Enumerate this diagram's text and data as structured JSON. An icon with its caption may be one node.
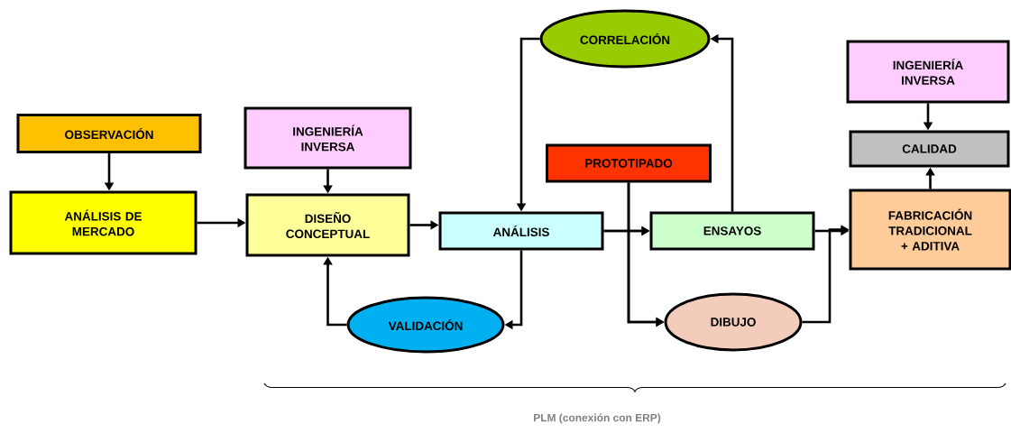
{
  "diagram": {
    "nodes": [
      {
        "text": [
          "OBSERVACIÓN"
        ]
      },
      {
        "text": [
          "ANÁLISIS DE MERCADO"
        ]
      },
      {
        "text": [
          "INGENIERÍA INVERSA"
        ]
      },
      {
        "text": [
          "DISEÑO CONCEPTUAL"
        ]
      },
      {
        "text": [
          "CORRELACIÓN"
        ]
      },
      {
        "text": [
          "ANÁLISIS"
        ]
      },
      {
        "text": [
          "PROTOTIPADO"
        ]
      },
      {
        "text": [
          "ENSAYOS"
        ]
      },
      {
        "text": [
          "INGENIERÍA INVERSA"
        ]
      },
      {
        "text": [
          "CALIDAD"
        ]
      },
      {
        "text": [
          "FABRICACIÓN TRADICIONAL + ADITIVA"
        ]
      },
      {
        "text": [
          "VALIDACIÓN"
        ]
      },
      {
        "text": [
          "DIBUJO"
        ]
      }
    ],
    "edges": [
      {
        "from": 0,
        "to": 1,
        "arrow": "to"
      },
      {
        "from": 1,
        "to": 3,
        "arrow": "to"
      },
      {
        "from": 2,
        "to": 3,
        "arrow": "to"
      },
      {
        "from": 3,
        "to": 5,
        "arrow": "to"
      },
      {
        "from": 5,
        "to": 7,
        "arrow": "to"
      },
      {
        "from": 5,
        "to": 12,
        "arrow": "to"
      },
      {
        "from": 6,
        "to": 7,
        "arrow": "to"
      },
      {
        "from": 6,
        "to": 12,
        "arrow": "to"
      },
      {
        "from": 7,
        "to": 4,
        "arrow": "to"
      },
      {
        "from": 4,
        "to": 5,
        "arrow": "to"
      },
      {
        "from": 5,
        "to": 11,
        "arrow": "to"
      },
      {
        "from": 11,
        "to": 3,
        "arrow": "to"
      },
      {
        "from": 7,
        "to": 10,
        "arrow": "to"
      },
      {
        "from": 12,
        "to": 10,
        "arrow": "to"
      },
      {
        "from": 8,
        "to": 9,
        "arrow": "to"
      },
      {
        "from": 10,
        "to": 9,
        "arrow": "to"
      }
    ],
    "labels": [
      "PLM (conexión con ERP)"
    ]
  }
}
